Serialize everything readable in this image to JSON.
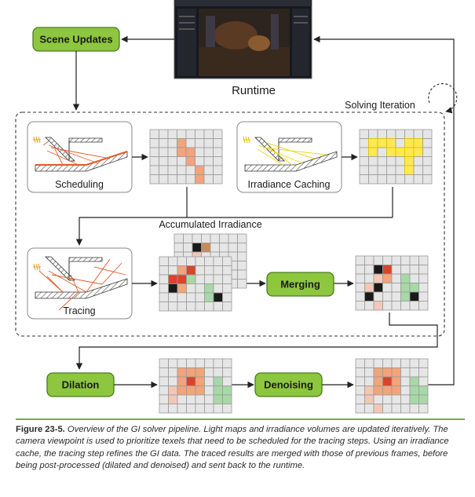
{
  "runtime": {
    "label": "Runtime"
  },
  "solving": {
    "label": "Solving Iteration"
  },
  "buttons": {
    "scene_updates": "Scene Updates",
    "merging": "Merging",
    "dilation": "Dilation",
    "denoising": "Denoising"
  },
  "panels": {
    "scheduling": "Scheduling",
    "irradiance_caching": "Irradiance Caching",
    "tracing": "Tracing"
  },
  "accumulated": {
    "label": "Accumulated Irradiance"
  },
  "caption": {
    "figure": "Figure 23-5.",
    "text": "Overview of the GI solver pipeline. Light maps and irradiance volumes are updated iteratively. The camera viewpoint is used to prioritize texels that need to be scheduled for the tracing steps. Using an irradiance cache, the tracing step refines the GI data. The traced results are merged with those of previous frames, before being post-processed (dilated and denoised) and sent back to the runtime."
  },
  "colors": {
    "button_fill": "#8dc63f",
    "button_stroke": "#4a7c1f",
    "grid_fill": "#e6e6e6",
    "grid_line": "#9a9a9a",
    "orange": "#f4a37a",
    "red": "#d9442a",
    "yellow": "#ffe850",
    "green": "#a8d8a8",
    "dark": "#1a1a1a",
    "caption_rule": "#6ab04c"
  }
}
